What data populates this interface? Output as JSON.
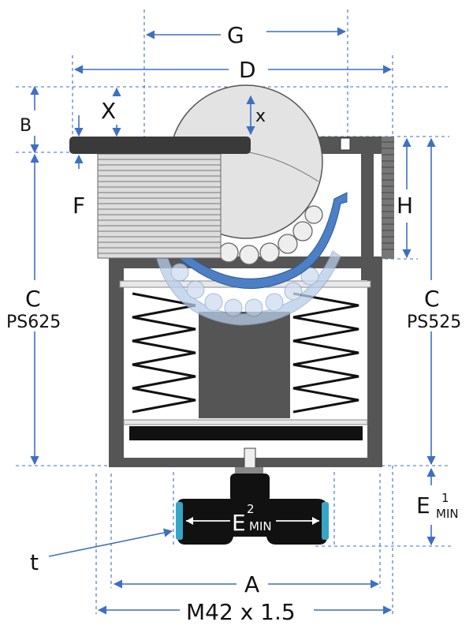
{
  "labels": {
    "G": "G",
    "D": "D",
    "B": "B",
    "X": "X",
    "x": "x",
    "F": "F",
    "H": "H",
    "C_left": "C",
    "model_left": "PS625",
    "C_right": "C",
    "model_right": "PS525",
    "E2": "E",
    "E2_sup": "2",
    "E2_sub": "MIN",
    "E1": "E",
    "E1_sup": "1",
    "E1_sub": "MIN",
    "t": "t",
    "A": "A",
    "thread": "M42 x 1.5"
  },
  "colors": {
    "dimension_line": "#3d6fc4",
    "housing": "#555555",
    "ball": "#e3e3e3",
    "bearing_overlay": "#b8cde8",
    "seal_ring": "#37a5c7",
    "flange": "#3a3a3a"
  }
}
